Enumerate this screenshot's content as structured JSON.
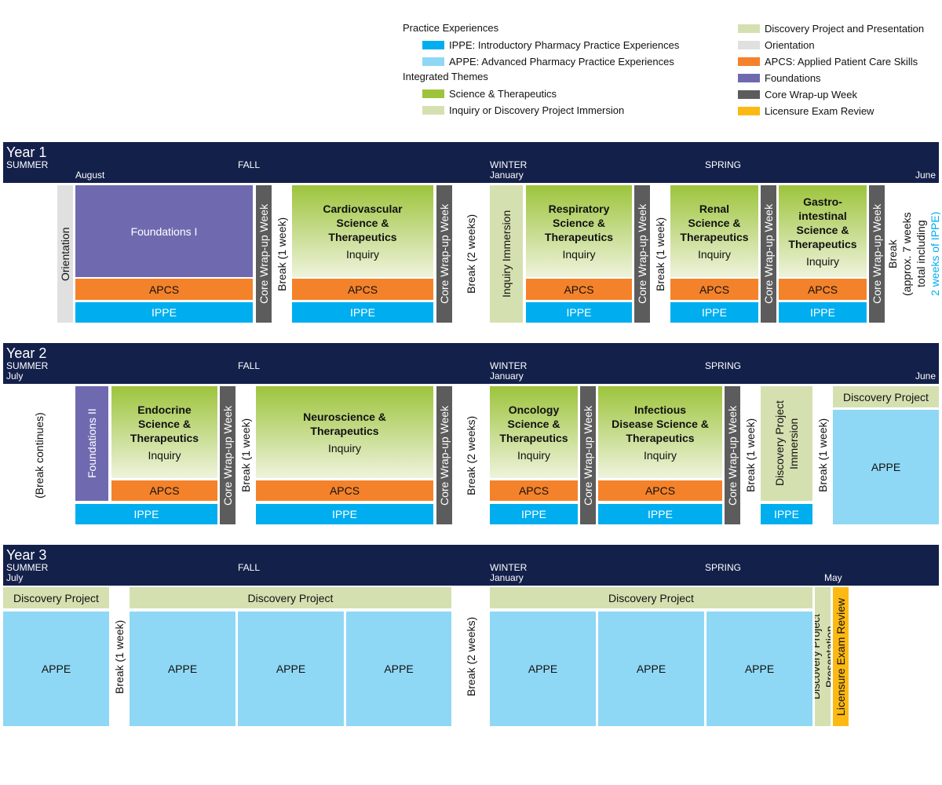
{
  "legend": {
    "practice_heading": "Practice Experiences",
    "themes_heading": "Integrated Themes",
    "items": [
      {
        "label": "IPPE: Introductory Pharmacy Practice Experiences",
        "color": "#00aeef"
      },
      {
        "label": "APPE: Advanced Pharmacy Practice Experiences",
        "color": "#8fd8f5"
      },
      {
        "label": "Science & Therapeutics",
        "color": "#9dc43c"
      },
      {
        "label": "Inquiry or Discovery Project Immersion",
        "color": "#d4e0b0"
      },
      {
        "label": "Discovery Project and Presentation",
        "color": "#d4e0b0"
      },
      {
        "label": "Orientation",
        "color": "#e0e0e0"
      },
      {
        "label": "APCS: Applied Patient Care Skills",
        "color": "#f4822a"
      },
      {
        "label": "Foundations",
        "color": "#6f6ab0"
      },
      {
        "label": "Core Wrap-up Week",
        "color": "#5c5c5c"
      },
      {
        "label": "Licensure Exam Review",
        "color": "#fdb913"
      }
    ]
  },
  "years": [
    {
      "label": "Year 1",
      "summer": "SUMMER",
      "fall": "FALL",
      "winter": "WINTER",
      "spring": "SPRING",
      "start_month": "August",
      "winter_month": "January",
      "end_month": "June",
      "blocks": [
        {
          "type": "orientation",
          "title": "Orientation"
        },
        {
          "type": "foundations",
          "title": "Foundations I"
        },
        {
          "type": "apcs",
          "title": "APCS"
        },
        {
          "type": "ippe",
          "title": "IPPE"
        },
        {
          "type": "core",
          "title": "Core Wrap-up Week"
        },
        {
          "type": "brk",
          "title": "Break (1 week)"
        },
        {
          "type": "science",
          "title": "Cardiovascular\nScience &\nTherapeutics",
          "sub": "Inquiry"
        },
        {
          "type": "apcs",
          "title": "APCS"
        },
        {
          "type": "ippe",
          "title": "IPPE"
        },
        {
          "type": "core",
          "title": "Core Wrap-up Week"
        },
        {
          "type": "brk",
          "title": "Break (2 weeks)"
        },
        {
          "type": "inquiry",
          "title": "Inquiry Immersion"
        },
        {
          "type": "science",
          "title": "Respiratory\nScience &\nTherapeutics",
          "sub": "Inquiry"
        },
        {
          "type": "apcs",
          "title": "APCS"
        },
        {
          "type": "ippe",
          "title": "IPPE"
        },
        {
          "type": "core",
          "title": "Core Wrap-up Week"
        },
        {
          "type": "brk",
          "title": "Break (1 week)"
        },
        {
          "type": "science",
          "title": "Renal\nScience &\nTherapeutics",
          "sub": "Inquiry"
        },
        {
          "type": "apcs",
          "title": "APCS"
        },
        {
          "type": "ippe",
          "title": "IPPE"
        },
        {
          "type": "core",
          "title": "Core Wrap-up Week"
        },
        {
          "type": "science",
          "title": "Gastro-\nintestinal\nScience &\nTherapeutics",
          "sub": "Inquiry"
        },
        {
          "type": "apcs",
          "title": "APCS"
        },
        {
          "type": "ippe",
          "title": "IPPE"
        },
        {
          "type": "core",
          "title": "Core Wrap-up Week"
        },
        {
          "type": "brk",
          "title": "Break\n(approx. 7 weeks\ntotal including",
          "highlight": "2 weeks of IPPE)"
        }
      ]
    },
    {
      "label": "Year 2",
      "summer": "SUMMER",
      "fall": "FALL",
      "winter": "WINTER",
      "spring": "SPRING",
      "start_month": "July",
      "winter_month": "January",
      "end_month": "June",
      "blocks": [
        {
          "type": "brk",
          "title": "(Break continues)"
        },
        {
          "type": "foundations",
          "title": "Foundations II"
        },
        {
          "type": "science",
          "title": "Endocrine\nScience &\nTherapeutics",
          "sub": "Inquiry"
        },
        {
          "type": "apcs",
          "title": "APCS"
        },
        {
          "type": "ippe",
          "title": "IPPE"
        },
        {
          "type": "core",
          "title": "Core Wrap-up Week"
        },
        {
          "type": "brk",
          "title": "Break (1 week)"
        },
        {
          "type": "science",
          "title": "Neuroscience &\nTherapeutics",
          "sub": "Inquiry"
        },
        {
          "type": "apcs",
          "title": "APCS"
        },
        {
          "type": "ippe",
          "title": "IPPE"
        },
        {
          "type": "core",
          "title": "Core Wrap-up Week"
        },
        {
          "type": "brk",
          "title": "Break (2 weeks)"
        },
        {
          "type": "science",
          "title": "Oncology\nScience &\nTherapeutics",
          "sub": "Inquiry"
        },
        {
          "type": "apcs",
          "title": "APCS"
        },
        {
          "type": "ippe",
          "title": "IPPE"
        },
        {
          "type": "core",
          "title": "Core Wrap-up Week"
        },
        {
          "type": "science",
          "title": "Infectious\nDisease Science &\nTherapeutics",
          "sub": "Inquiry"
        },
        {
          "type": "apcs",
          "title": "APCS"
        },
        {
          "type": "ippe",
          "title": "IPPE"
        },
        {
          "type": "core",
          "title": "Core Wrap-up Week"
        },
        {
          "type": "brk",
          "title": "Break (1 week)"
        },
        {
          "type": "inquiry",
          "title": "Discovery Project\nImmersion"
        },
        {
          "type": "ippe",
          "title": "IPPE"
        },
        {
          "type": "brk",
          "title": "Break (1 week)"
        },
        {
          "type": "inquiry",
          "title": "Discovery Project"
        },
        {
          "type": "appe",
          "title": "APPE"
        }
      ]
    },
    {
      "label": "Year 3",
      "summer": "SUMMER",
      "fall": "FALL",
      "winter": "WINTER",
      "spring": "SPRING",
      "start_month": "July",
      "winter_month": "January",
      "end_month": "May",
      "blocks": [
        {
          "type": "inquiry",
          "title": "Discovery Project"
        },
        {
          "type": "appe",
          "title": "APPE"
        },
        {
          "type": "brk",
          "title": "Break (1 week)"
        },
        {
          "type": "inquiry",
          "title": "Discovery Project"
        },
        {
          "type": "appe",
          "title": "APPE"
        },
        {
          "type": "appe",
          "title": "APPE"
        },
        {
          "type": "appe",
          "title": "APPE"
        },
        {
          "type": "brk",
          "title": "Break (2 weeks)"
        },
        {
          "type": "inquiry",
          "title": "Discovery Project"
        },
        {
          "type": "appe",
          "title": "APPE"
        },
        {
          "type": "appe",
          "title": "APPE"
        },
        {
          "type": "appe",
          "title": "APPE"
        },
        {
          "type": "inquiry",
          "title": "Discovery Project Presentation"
        },
        {
          "type": "licensure",
          "title": "Licensure Exam Review"
        }
      ]
    }
  ]
}
